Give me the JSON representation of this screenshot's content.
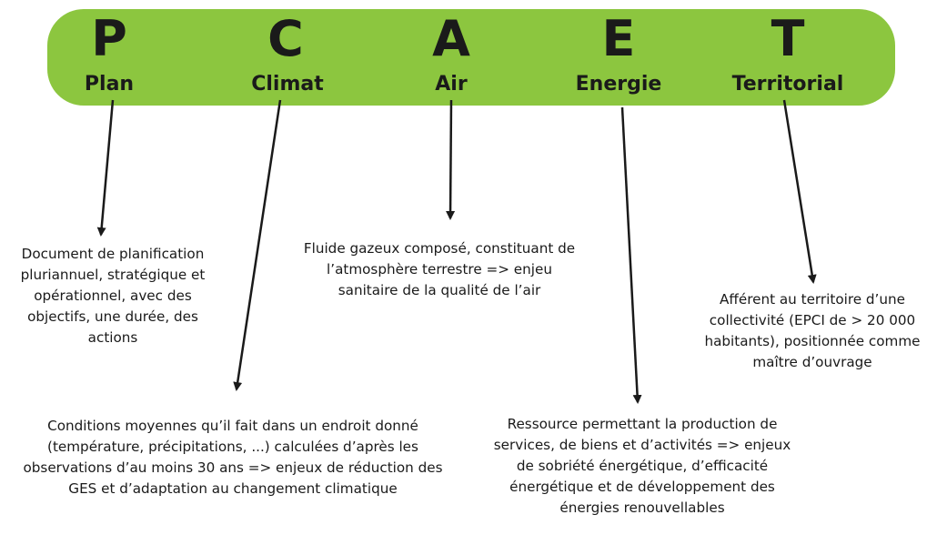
{
  "colors": {
    "banner": "#8cc63f",
    "text": "#1a1a1a",
    "arrow": "#1a1a1a"
  },
  "items": [
    {
      "letter": "P",
      "word": "Plan",
      "description": "Document de planification pluriannuel, stratégique et opérationnel, avec des objectifs, une durée, des actions"
    },
    {
      "letter": "C",
      "word": "Climat",
      "description": "Conditions moyennes qu’il fait dans un endroit donné (température, précipitations, ...) calculées d’après les observations d’au moins 30 ans => enjeux de réduction des GES et d’adaptation au changement climatique"
    },
    {
      "letter": "A",
      "word": "Air",
      "description": "Fluide gazeux composé, constituant de l’atmosphère terrestre => enjeu sanitaire de la qualité de l’air"
    },
    {
      "letter": "E",
      "word": "Energie",
      "description": "Ressource permettant la production de services, de biens et d’activités => enjeux de sobriété énergétique, d’efficacité énergétique et de développement des énergies renouvellables"
    },
    {
      "letter": "T",
      "word": "Territorial",
      "description": "Afférent au territoire d’une collectivité (EPCI de > 20 000 habitants), positionnée comme maître d’ouvrage"
    }
  ]
}
